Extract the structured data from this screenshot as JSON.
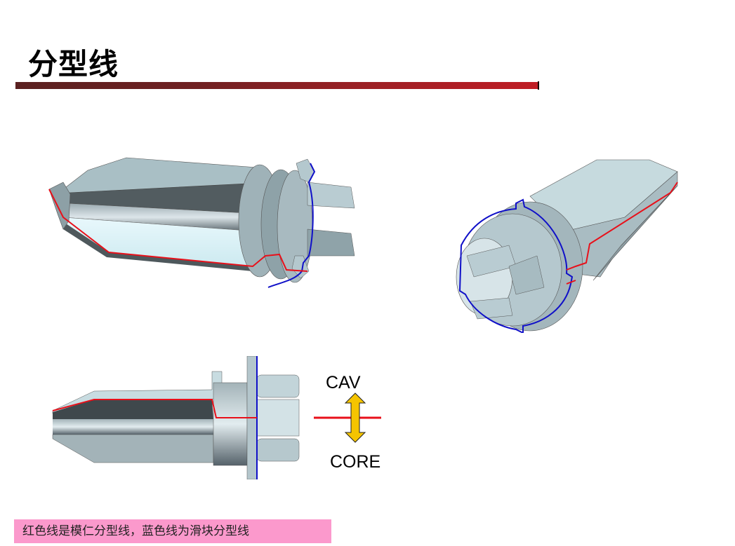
{
  "slide": {
    "title": "分型线",
    "title_bar_colors": [
      "#5a2020",
      "#c01d25"
    ],
    "figures": [
      {
        "name": "iso-view-left",
        "description": "Part isometric view with red parting line and blue slider parting line"
      },
      {
        "name": "iso-view-right",
        "description": "Part isometric view from front showing slider ring with blue line"
      },
      {
        "name": "side-view",
        "description": "Part side view with red parting line step"
      }
    ],
    "direction_indicator": {
      "top_label": "CAV",
      "bottom_label": "CORE",
      "arrow_color": "#f5c400",
      "line_color": "#e8101a"
    },
    "note": "红色线是模仁分型线，蓝色线为滑块分型线",
    "colors": {
      "cavity_parting_line": "#e8101a",
      "slider_parting_line": "#1010c8",
      "note_background": "#fb99cc"
    }
  }
}
